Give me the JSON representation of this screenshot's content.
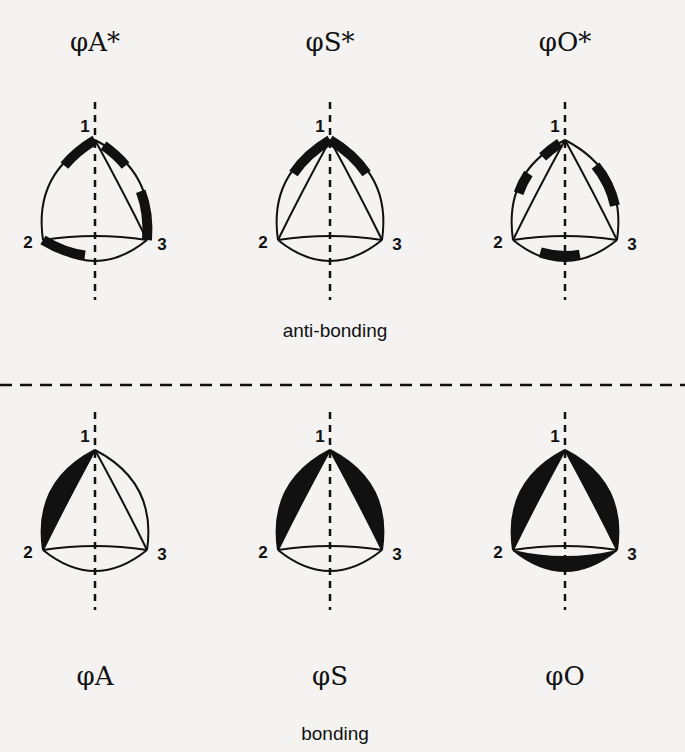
{
  "diagram": {
    "labels": [
      "φA*",
      "φS*",
      "φO*",
      "1",
      "2",
      "3",
      "1",
      "2",
      "3",
      "1",
      "2",
      "3",
      "anti-bonding",
      "1",
      "2",
      "3",
      "1",
      "2",
      "3",
      "1",
      "2",
      "3",
      "φA",
      "φS",
      "φO",
      "bonding"
    ]
  }
}
